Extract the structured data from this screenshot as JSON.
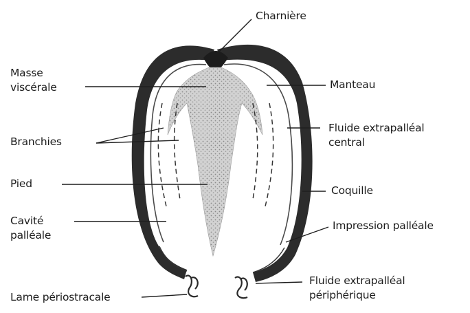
{
  "labels": {
    "charniere": "Charnière",
    "masse_viscerale": [
      "Masse",
      "viscérale"
    ],
    "manteau": "Manteau",
    "branchies": "Branchies",
    "fluide_central": [
      "Fluide extrapalléal",
      "central"
    ],
    "pied": "Pied",
    "coquille": "Coquille",
    "cavite_palleale": [
      "Cavité",
      "palléale"
    ],
    "impression_palleale": "Impression palléale",
    "lame_periostracale": "Lame périostracale",
    "fluide_peripherique": [
      "Fluide extrapalléal",
      "périphérique"
    ]
  },
  "colors": {
    "shell": "#2c2c2c",
    "soft_tissue": "#c8c8c8",
    "line": "#1e1e1e",
    "background": "#ffffff"
  }
}
